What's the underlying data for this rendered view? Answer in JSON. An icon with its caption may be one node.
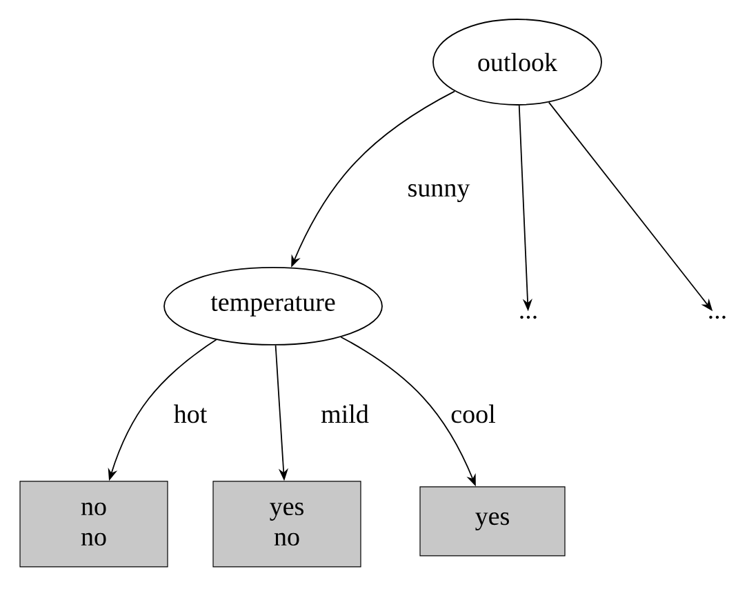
{
  "diagram": {
    "nodes": [
      {
        "text": [
          "outlook"
        ]
      },
      {
        "text": [
          "temperature"
        ]
      },
      {
        "text": [
          "..."
        ]
      },
      {
        "text": [
          "..."
        ]
      },
      {
        "text": [
          "no",
          "no"
        ]
      },
      {
        "text": [
          "yes",
          "no"
        ]
      },
      {
        "text": [
          "yes"
        ]
      }
    ],
    "edges": [
      {
        "from": 0,
        "to": 1,
        "arrow": "to",
        "label": "sunny"
      },
      {
        "from": 0,
        "to": 2,
        "arrow": "to"
      },
      {
        "from": 0,
        "to": 3,
        "arrow": "to"
      },
      {
        "from": 1,
        "to": 4,
        "arrow": "to",
        "label": "hot"
      },
      {
        "from": 1,
        "to": 5,
        "arrow": "to",
        "label": "mild"
      },
      {
        "from": 1,
        "to": 6,
        "arrow": "to",
        "label": "cool"
      }
    ]
  }
}
